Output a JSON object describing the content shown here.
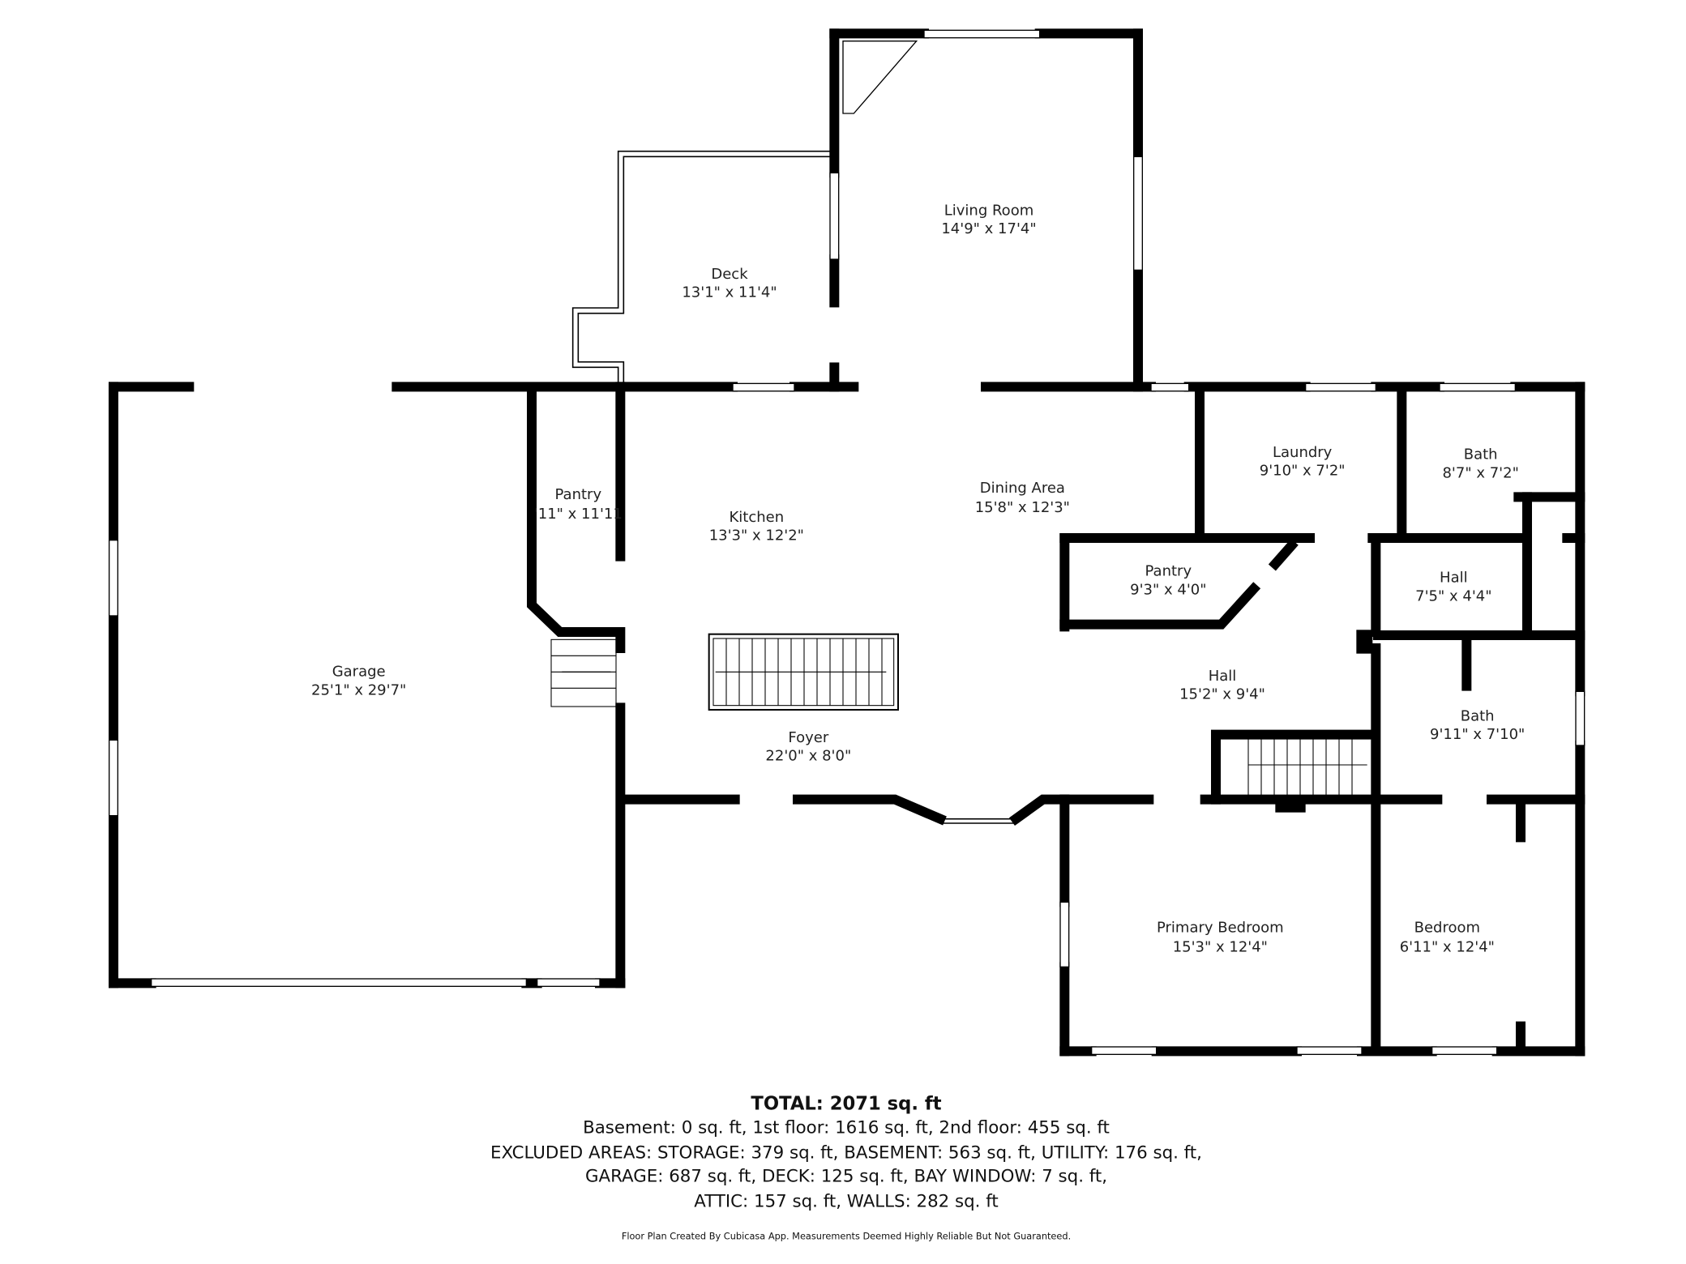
{
  "rooms": {
    "living_room": {
      "name": "Living Room",
      "size": "14'9\" x 17'4\""
    },
    "deck": {
      "name": "Deck",
      "size": "13'1\" x 11'4\""
    },
    "garage": {
      "name": "Garage",
      "size": "25'1\" x 29'7\""
    },
    "pantry_1": {
      "name": "Pantry",
      "size": "'11\" x 11'11"
    },
    "kitchen": {
      "name": "Kitchen",
      "size": "13'3\" x 12'2\""
    },
    "dining_area": {
      "name": "Dining Area",
      "size": "15'8\" x 12'3\""
    },
    "laundry": {
      "name": "Laundry",
      "size": "9'10\" x 7'2\""
    },
    "bath_1": {
      "name": "Bath",
      "size": "8'7\" x 7'2\""
    },
    "pantry_2": {
      "name": "Pantry",
      "size": "9'3\" x 4'0\""
    },
    "hall_small": {
      "name": "Hall",
      "size": "7'5\" x 4'4\""
    },
    "hall_main": {
      "name": "Hall",
      "size": "15'2\" x 9'4\""
    },
    "bath_2": {
      "name": "Bath",
      "size": "9'11\" x 7'10\""
    },
    "foyer": {
      "name": "Foyer",
      "size": "22'0\" x 8'0\""
    },
    "primary_bedroom": {
      "name": "Primary Bedroom",
      "size": "15'3\" x 12'4\""
    },
    "bedroom": {
      "name": "Bedroom",
      "size": "6'11\" x 12'4\""
    }
  },
  "footer": {
    "total": "TOTAL: 2071 sq. ft",
    "line1": "Basement: 0 sq. ft, 1st floor: 1616 sq. ft, 2nd floor: 455 sq. ft",
    "line2": "EXCLUDED AREAS: STORAGE: 379 sq. ft, BASEMENT: 563 sq. ft, UTILITY: 176 sq. ft,",
    "line3": "GARAGE: 687 sq. ft, DECK: 125 sq. ft, BAY WINDOW: 7 sq. ft,",
    "line4": "ATTIC: 157 sq. ft, WALLS: 282 sq. ft",
    "disclaimer": "Floor Plan Created By Cubicasa App. Measurements Deemed Highly Reliable But Not Guaranteed."
  }
}
